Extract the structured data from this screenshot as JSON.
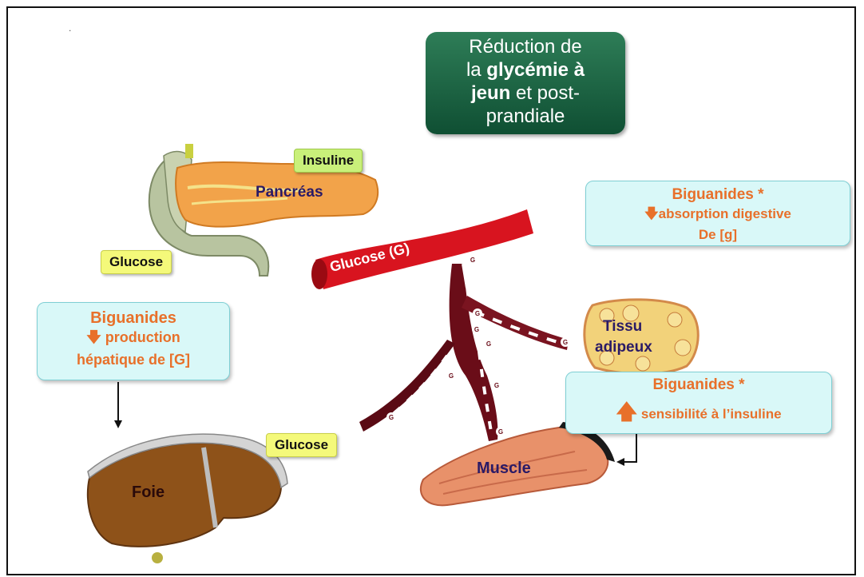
{
  "dot": ".",
  "title": {
    "line1": "Réduction de",
    "line2a": "la ",
    "line2b": "glycémie à",
    "line3a": "jeun",
    "line3b": " et post-",
    "line4": "prandiale"
  },
  "labels": {
    "insuline": "Insuline",
    "glucose_pancreas": "Glucose",
    "glucose_liver": "Glucose"
  },
  "organs": {
    "pancreas": "Pancréas",
    "foie": "Foie",
    "muscle": "Muscle",
    "tissu": "Tissu",
    "adipeux": "adipeux",
    "vessel": "Glucose (G)",
    "g": "G"
  },
  "box_absorption": {
    "title": "Biguanides *",
    "line1": "absorption digestive",
    "line2": "De [g]"
  },
  "box_production": {
    "title": "Biguanides",
    "line1": "production",
    "line2": "hépatique de [G]"
  },
  "box_sensibilite": {
    "title": "Biguanides *",
    "line1": "sensibilité à l’insuline"
  },
  "colors": {
    "title_bg": "#1a5e3e",
    "accent": "#e8702a",
    "vessel": "#d8141f",
    "vein": "#5a0a14"
  }
}
